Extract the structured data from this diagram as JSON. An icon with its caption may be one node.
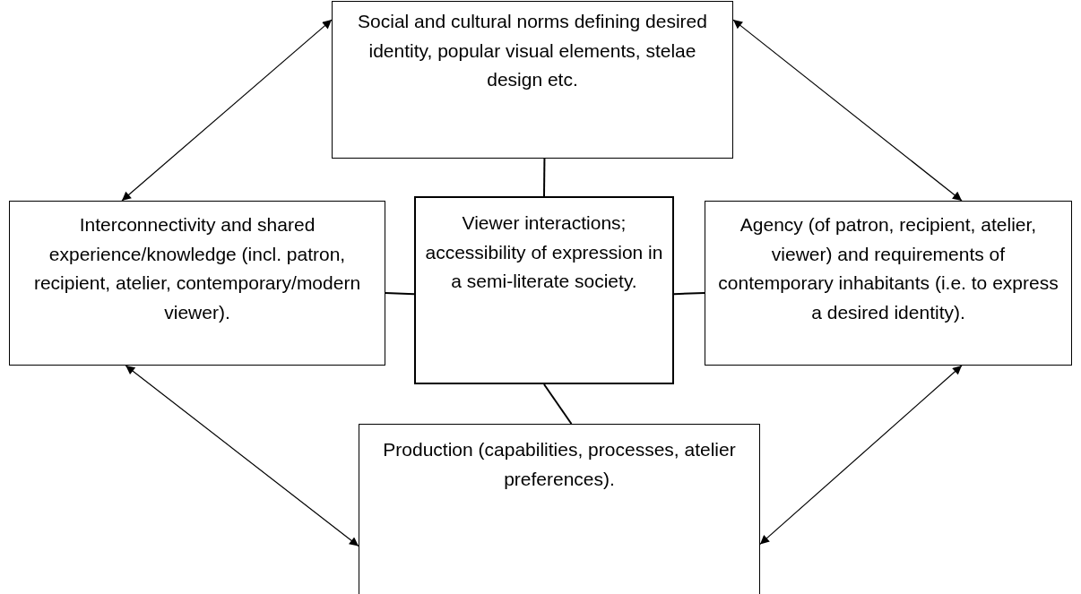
{
  "diagram": {
    "nodes": [
      {
        "text": [
          "Social and cultural norms defining desired identity, popular visual elements, stelae design etc."
        ]
      },
      {
        "text": [
          "Interconnectivity and shared experience/knowledge (incl. patron, recipient, atelier, contemporary/modern viewer)."
        ]
      },
      {
        "text": [
          "Viewer interactions; accessibility of expression in a semi-literate society."
        ]
      },
      {
        "text": [
          "Agency (of patron, recipient, atelier, viewer) and requirements of contemporary inhabitants (i.e. to express a desired identity)."
        ]
      },
      {
        "text": [
          "Production (capabilities, processes, atelier preferences)."
        ]
      }
    ],
    "edges": [
      {
        "from": 0,
        "to": 1,
        "arrow": "both"
      },
      {
        "from": 0,
        "to": 3,
        "arrow": "both"
      },
      {
        "from": 1,
        "to": 4,
        "arrow": "both"
      },
      {
        "from": 3,
        "to": 4,
        "arrow": "both"
      },
      {
        "from": 0,
        "to": 2,
        "arrow": "none"
      },
      {
        "from": 1,
        "to": 2,
        "arrow": "none"
      },
      {
        "from": 2,
        "to": 3,
        "arrow": "none"
      },
      {
        "from": 2,
        "to": 4,
        "arrow": "none"
      }
    ]
  }
}
